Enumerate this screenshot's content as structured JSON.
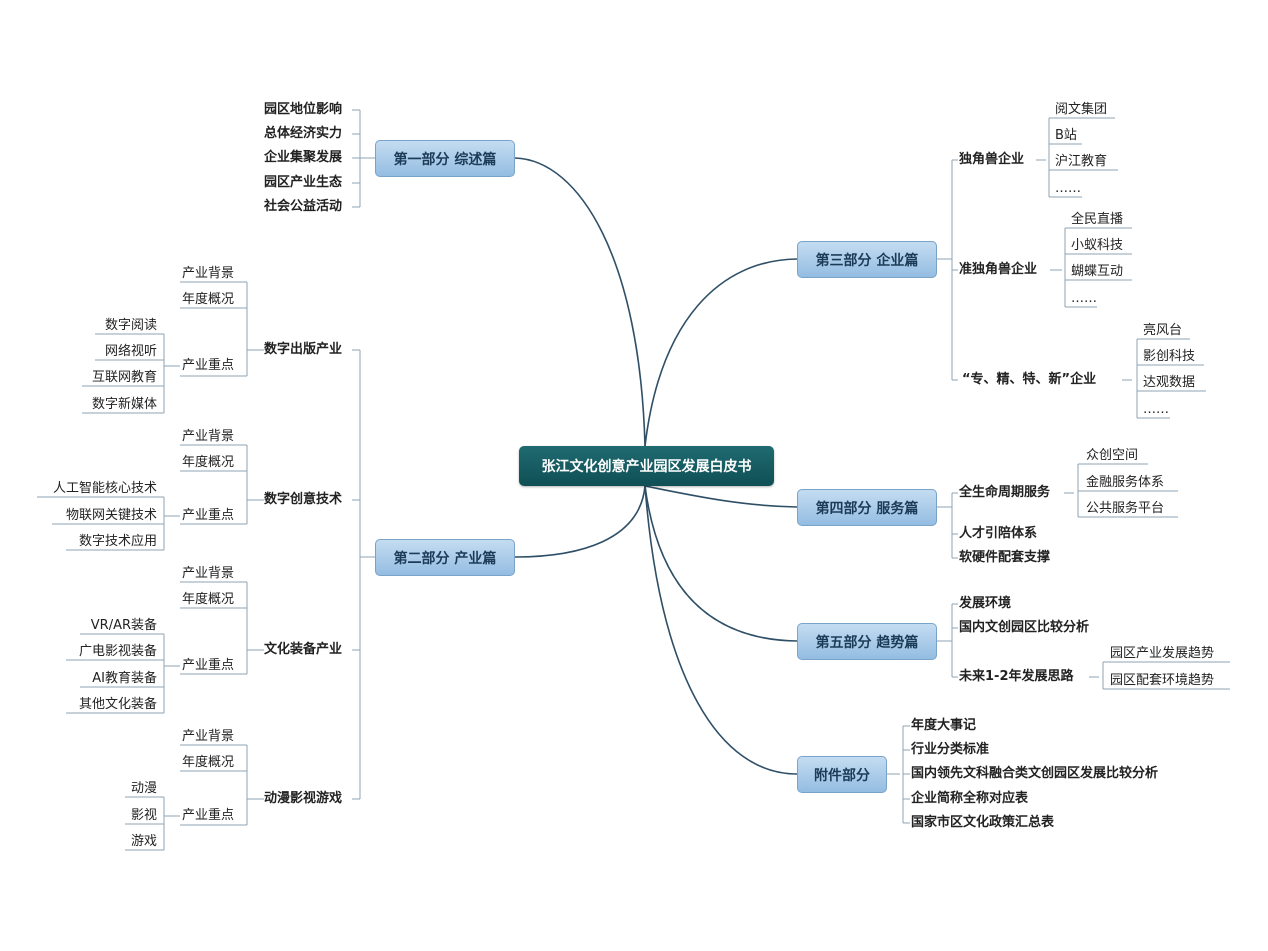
{
  "root": "张江文化创意产业园区发展白皮书",
  "part1": {
    "label": "第一部分 综述篇",
    "children": [
      "园区地位影响",
      "总体经济实力",
      "企业集聚发展",
      "园区产业生态",
      "社会公益活动"
    ]
  },
  "part2": {
    "label": "第二部分 产业篇",
    "groups": [
      {
        "name": "数字出版产业",
        "bg": "产业背景",
        "ov": "年度概况",
        "focus": "产业重点",
        "items": [
          "数字阅读",
          "网络视听",
          "互联网教育",
          "数字新媒体"
        ]
      },
      {
        "name": "数字创意技术",
        "bg": "产业背景",
        "ov": "年度概况",
        "focus": "产业重点",
        "items": [
          "人工智能核心技术",
          "物联网关键技术",
          "数字技术应用"
        ]
      },
      {
        "name": "文化装备产业",
        "bg": "产业背景",
        "ov": "年度概况",
        "focus": "产业重点",
        "items": [
          "VR/AR装备",
          "广电影视装备",
          "AI教育装备",
          "其他文化装备"
        ]
      },
      {
        "name": "动漫影视游戏",
        "bg": "产业背景",
        "ov": "年度概况",
        "focus": "产业重点",
        "items": [
          "动漫",
          "影视",
          "游戏"
        ]
      }
    ]
  },
  "part3": {
    "label": "第三部分 企业篇",
    "groups": [
      {
        "name": "独角兽企业",
        "items": [
          "阅文集团",
          "B站",
          "沪江教育",
          "……"
        ]
      },
      {
        "name": "准独角兽企业",
        "items": [
          "全民直播",
          "小蚁科技",
          "蝴蝶互动",
          "……"
        ]
      },
      {
        "name": "“专、精、特、新”企业",
        "items": [
          "亮风台",
          "影创科技",
          "达观数据",
          "……"
        ]
      }
    ]
  },
  "part4": {
    "label": "第四部分 服务篇",
    "lifecycle": {
      "name": "全生命周期服务",
      "items": [
        "众创空间",
        "金融服务体系",
        "公共服务平台"
      ]
    },
    "others": [
      "人才引陪体系",
      "软硬件配套支撑"
    ]
  },
  "part5": {
    "label": "第五部分 趋势篇",
    "others": [
      "发展环境",
      "国内文创园区比较分析"
    ],
    "future": {
      "name": "未来1-2年发展思路",
      "items": [
        "园区产业发展趋势",
        "园区配套环境趋势"
      ]
    }
  },
  "appendix": {
    "label": "附件部分",
    "children": [
      "年度大事记",
      "行业分类标准",
      "国内领先文科融合类文创园区发展比较分析",
      "企业简称全称对应表",
      "国家市区文化政策汇总表"
    ]
  }
}
